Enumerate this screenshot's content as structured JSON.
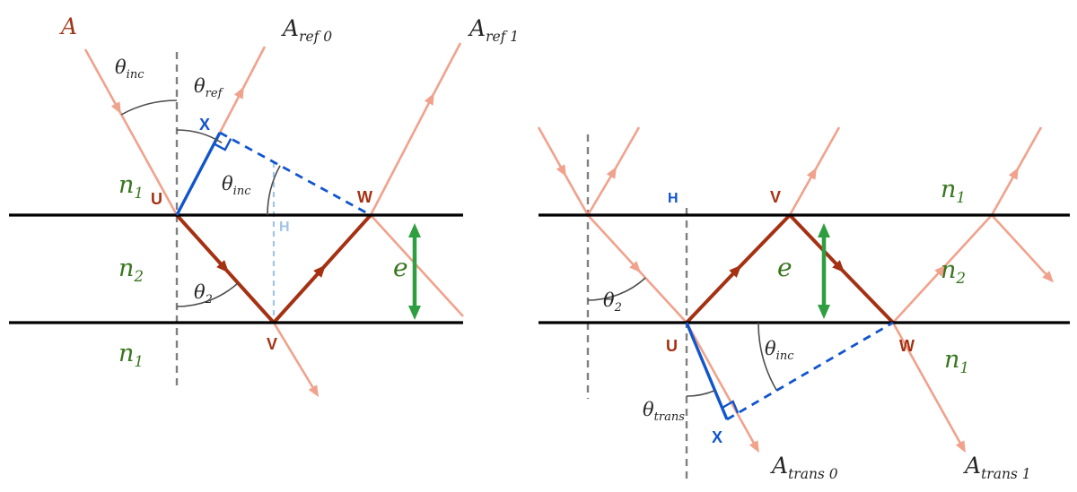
{
  "colors": {
    "ray_salmon": "#f0a28c",
    "film_ray_red": "#a53113",
    "construction_blue": "#1155cc",
    "light_blue": "#9fc5e8",
    "medium_label_green": "#38761d",
    "thickness_arrow_green": "#2f9e41",
    "normal_dashed_gray": "#7f7f7f",
    "interface_black": "#000000",
    "angle_label_dark": "#262626",
    "incident_label_maroon": "#a0371a"
  },
  "left_diagram": {
    "incident_ray_label": "A",
    "reflected_ray_0_label": {
      "base": "A",
      "sub": "ref 0"
    },
    "reflected_ray_1_label": {
      "base": "A",
      "sub": "ref 1"
    },
    "angle_incidence_top": {
      "base": "θ",
      "sub": "inc"
    },
    "angle_reflection": {
      "base": "θ",
      "sub": "ref"
    },
    "angle_incidence_wavefront": {
      "base": "θ",
      "sub": "inc"
    },
    "angle_refraction": {
      "base": "θ",
      "sub": "2"
    },
    "medium_top": {
      "base": "n",
      "sub": "1"
    },
    "medium_film": {
      "base": "n",
      "sub": "2"
    },
    "medium_bottom": {
      "base": "n",
      "sub": "1"
    },
    "point_u": "U",
    "point_v": "V",
    "point_w": "W",
    "point_x": "X",
    "point_h": "H",
    "film_thickness": "e"
  },
  "right_diagram": {
    "angle_refraction": {
      "base": "θ",
      "sub": "2"
    },
    "angle_incidence": {
      "base": "θ",
      "sub": "inc"
    },
    "angle_transmission": {
      "base": "θ",
      "sub": "trans"
    },
    "transmitted_ray_0_label": {
      "base": "A",
      "sub": "trans 0"
    },
    "transmitted_ray_1_label": {
      "base": "A",
      "sub": "trans 1"
    },
    "medium_top": {
      "base": "n",
      "sub": "1"
    },
    "medium_film": {
      "base": "n",
      "sub": "2"
    },
    "medium_bottom": {
      "base": "n",
      "sub": "1"
    },
    "point_u": "U",
    "point_v": "V",
    "point_w": "W",
    "point_x": "X",
    "point_h": "H",
    "film_thickness": "e"
  }
}
